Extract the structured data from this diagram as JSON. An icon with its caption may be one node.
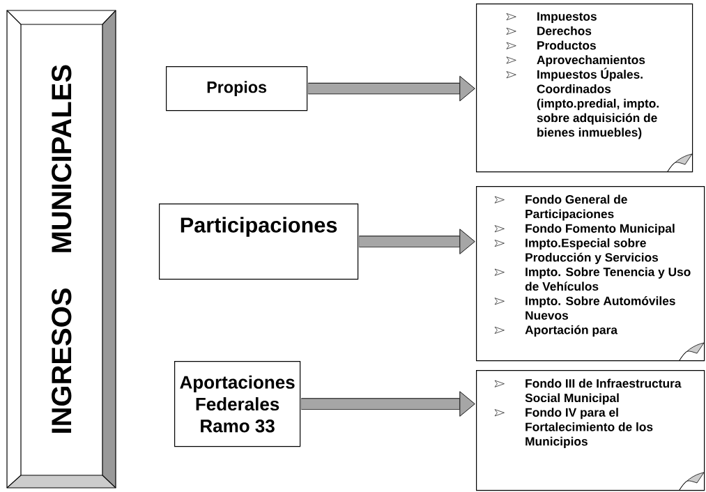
{
  "diagram": {
    "nodes": [
      {
        "text": [
          "INGRESOS MUNICIPALES"
        ]
      },
      {
        "text": [
          "Propios"
        ]
      },
      {
        "text": [
          "Participaciones"
        ]
      },
      {
        "text": [
          "Aportaciones Federales Ramo 33"
        ]
      },
      {
        "text": [
          "Impuestos",
          "Derechos",
          "Productos",
          "Aprovechamientos",
          "Impuestos Úpales. Coordinados (impto.predial, impto. sobre adquisición de bienes inmuebles)"
        ]
      },
      {
        "text": [
          "Fondo General de Participaciones",
          "Fondo Fomento Municipal",
          "Impto.Especial sobre Producción y Servicios",
          "Impto. Sobre Tenencia y Uso de Vehículos",
          "Impto. Sobre Automóviles Nuevos",
          "Aportación para"
        ]
      },
      {
        "text": [
          "Fondo III de Infraestructura Social Municipal",
          "Fondo IV para el Fortalecimiento de los Municipios"
        ]
      }
    ],
    "edges": [
      {
        "from": 1,
        "to": 4,
        "arrow": "to"
      },
      {
        "from": 2,
        "to": 5,
        "arrow": "to"
      },
      {
        "from": 3,
        "to": 6,
        "arrow": "to"
      }
    ]
  }
}
